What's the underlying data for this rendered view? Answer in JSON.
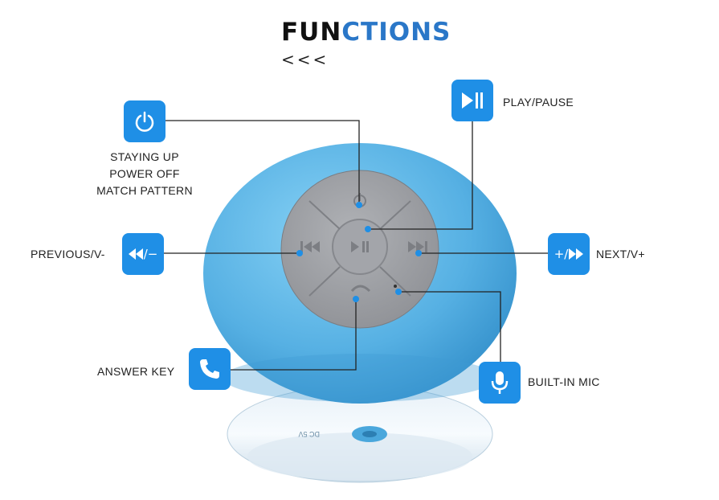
{
  "header": {
    "title_part1": "FUN",
    "title_part2": "CTIONS",
    "sub_arrows": "<<<"
  },
  "functions": {
    "power": {
      "label_lines": [
        "STAYING UP",
        "POWER OFF",
        "MATCH PATTERN"
      ],
      "icon": "power-icon"
    },
    "play_pause": {
      "label": "PLAY/PAUSE",
      "icon": "play-pause-icon"
    },
    "previous": {
      "label": "PREVIOUS/V-",
      "icon": "previous-volume-down-icon",
      "icon_text": "/−"
    },
    "next": {
      "label": "NEXT/V+",
      "icon": "next-volume-up-icon",
      "icon_text": "+/"
    },
    "answer": {
      "label": "ANSWER KEY",
      "icon": "phone-icon"
    },
    "mic": {
      "label": "BUILT-IN MIC",
      "icon": "microphone-icon"
    }
  },
  "device": {
    "port_label": "DC 5V"
  },
  "colors": {
    "accent": "#1f8fe6",
    "title_blue": "#2a77c8",
    "speaker_blue": "#5cb6e6",
    "button_gray": "#9c9ea3"
  }
}
